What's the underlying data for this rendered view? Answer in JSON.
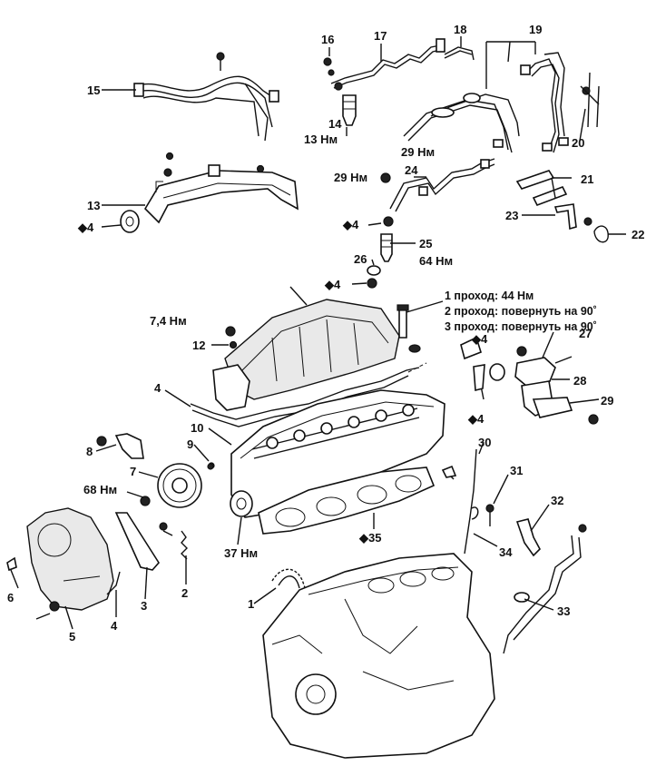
{
  "labels": {
    "l1": "1",
    "l2": "2",
    "l3": "3",
    "l4a": "4",
    "l4b": "4",
    "l4c": "◆4",
    "l4d": "◆4",
    "l4e": "◆4",
    "l4f": "◆4",
    "l4g": "◆4",
    "l5": "5",
    "l6": "6",
    "l7": "7",
    "l8": "8",
    "l9": "9",
    "l10": "10",
    "l12": "12",
    "l13": "13",
    "l14": "14",
    "l15": "15",
    "l16": "16",
    "l17": "17",
    "l18": "18",
    "l19": "19",
    "l20": "20",
    "l21": "21",
    "l22": "22",
    "l23": "23",
    "l24": "24",
    "l25": "25",
    "l26": "26",
    "l27": "27",
    "l28": "28",
    "l29": "29",
    "l30": "30",
    "l31": "31",
    "l32": "32",
    "l33": "33",
    "l34": "34",
    "l35": "◆35"
  },
  "torques": {
    "t13": "13 Нм",
    "t29a": "29 Нм",
    "t29b": "29 Нм",
    "t64": "64 Нм",
    "t74": "7,4 Нм",
    "t68": "68 Нм",
    "t37": "37 Нм"
  },
  "notes": {
    "pass1": "1 проход: 44 Нм",
    "pass2": "2 проход: повернуть на 90˚",
    "pass3": "3 проход: повернуть на 90˚"
  }
}
